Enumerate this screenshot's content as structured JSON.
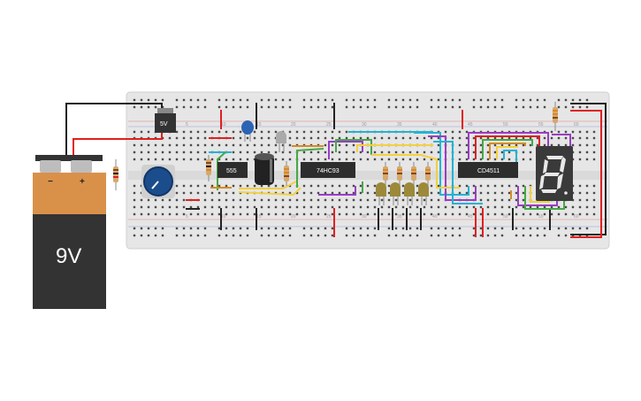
{
  "battery": {
    "label": "9V",
    "minus": "−",
    "plus": "+"
  },
  "regulator": {
    "label": "5V"
  },
  "chips": {
    "timer": "555",
    "counter": "74HC93",
    "decoder": "CD4511"
  },
  "breadboard": {
    "column_numbers": [
      "5",
      "10",
      "15",
      "20",
      "25",
      "30",
      "35",
      "40",
      "45",
      "50",
      "55",
      "60"
    ]
  },
  "colors": {
    "board": "#e6e6e6",
    "battery_orange": "#d9914a",
    "battery_black": "#333333",
    "wire_red": "#e02020",
    "wire_black": "#222222"
  }
}
